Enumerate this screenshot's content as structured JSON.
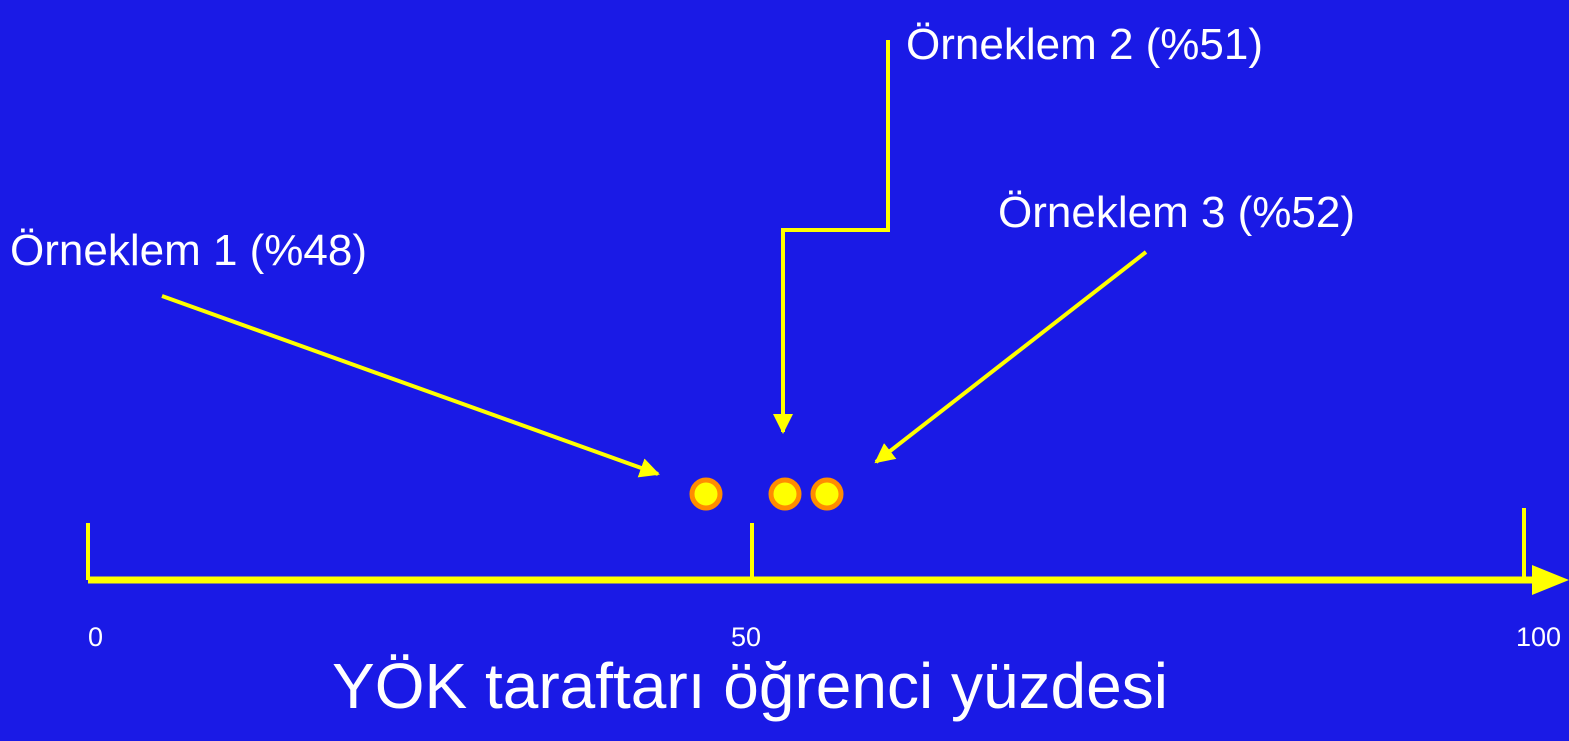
{
  "axis": {
    "min": 0,
    "max": 100,
    "ticks": [
      {
        "value": 0,
        "label": "0"
      },
      {
        "value": 50,
        "label": "50"
      },
      {
        "value": 100,
        "label": "100"
      }
    ],
    "title": "YÖK taraftarı öğrenci yüzdesi"
  },
  "samples": [
    {
      "label": "Örneklem 1 (%48)",
      "value": 48
    },
    {
      "label": "Örneklem 2 (%51)",
      "value": 51
    },
    {
      "label": "Örneklem 3 (%52)",
      "value": 52
    }
  ],
  "colors": {
    "background": "#1a1ae6",
    "axis": "#ffff00",
    "text": "#ffffff",
    "dot_fill": "#ffff00",
    "dot_stroke": "#ff8c00"
  }
}
